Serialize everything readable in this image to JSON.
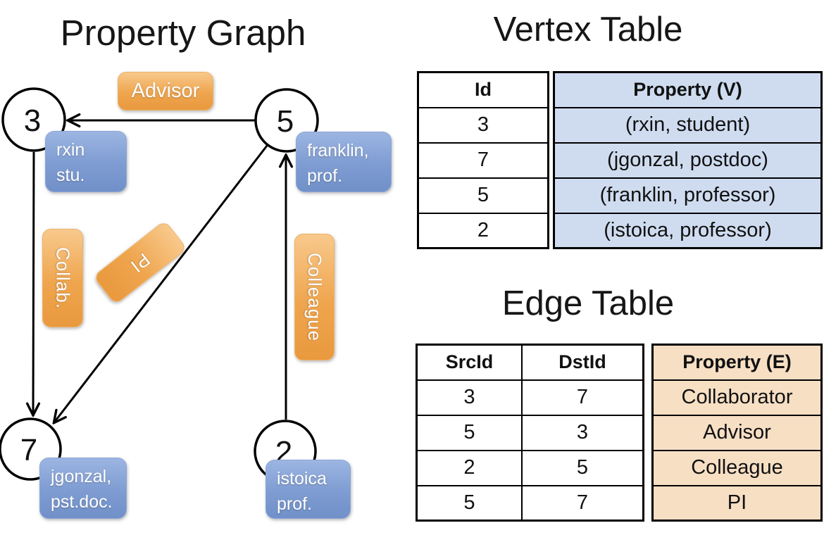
{
  "graph_panel": {
    "title": "Property Graph",
    "nodes": [
      {
        "id": "3",
        "label_lines": [
          "rxin",
          "stu."
        ]
      },
      {
        "id": "5",
        "label_lines": [
          "franklin,",
          "prof."
        ]
      },
      {
        "id": "7",
        "label_lines": [
          "jgonzal,",
          "pst.doc."
        ]
      },
      {
        "id": "2",
        "label_lines": [
          "istoica",
          "prof."
        ]
      }
    ],
    "edges": [
      {
        "src": "5",
        "dst": "3",
        "label": "Advisor"
      },
      {
        "src": "3",
        "dst": "7",
        "label": "Collab."
      },
      {
        "src": "5",
        "dst": "7",
        "label": "PI"
      },
      {
        "src": "2",
        "dst": "5",
        "label": "Colleague"
      }
    ]
  },
  "vertex_table": {
    "title": "Vertex Table",
    "headers": {
      "id": "Id",
      "property": "Property (V)"
    },
    "rows": [
      {
        "id": "3",
        "property": "(rxin, student)"
      },
      {
        "id": "7",
        "property": "(jgonzal, postdoc)"
      },
      {
        "id": "5",
        "property": "(franklin, professor)"
      },
      {
        "id": "2",
        "property": "(istoica, professor)"
      }
    ]
  },
  "edge_table": {
    "title": "Edge Table",
    "headers": {
      "src": "SrcId",
      "dst": "DstId",
      "property": "Property (E)"
    },
    "rows": [
      {
        "src": "3",
        "dst": "7",
        "property": "Collaborator"
      },
      {
        "src": "5",
        "dst": "3",
        "property": "Advisor"
      },
      {
        "src": "2",
        "dst": "5",
        "property": "Colleague"
      },
      {
        "src": "5",
        "dst": "7",
        "property": "PI"
      }
    ]
  },
  "colors": {
    "vertex_box": "#7e9cd2",
    "edge_box": "#efa54e",
    "vertex_cell_bg": "#cfdcf0",
    "edge_cell_bg": "#f7dfc4",
    "line": "#000000"
  }
}
